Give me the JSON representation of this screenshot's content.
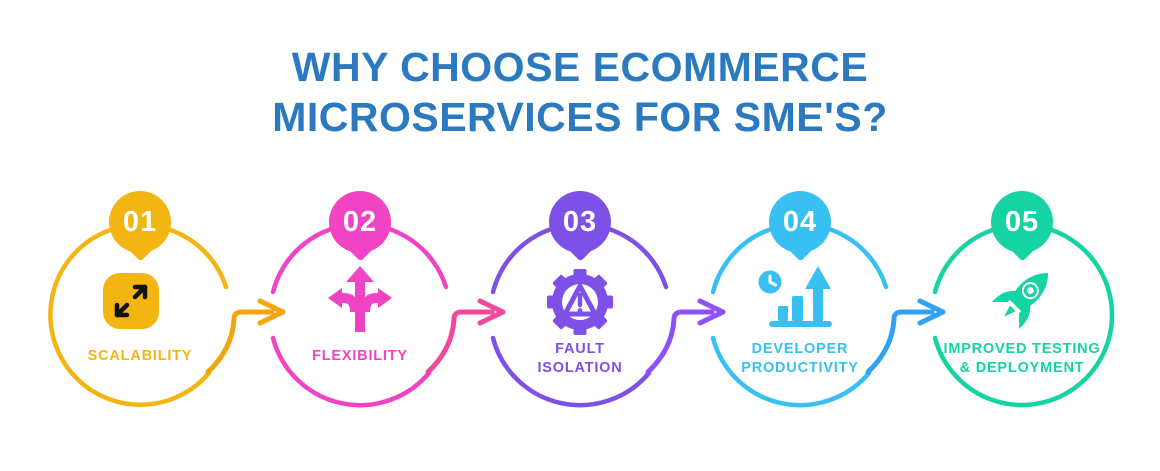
{
  "background_color": "#ffffff",
  "title": {
    "line1": "WHY CHOOSE ECOMMERCE",
    "line2": "MICROSERVICES FOR SME'S?",
    "color": "#2b7abf"
  },
  "steps": [
    {
      "number": "01",
      "label": "SCALABILITY",
      "color": "#f2b511",
      "icon": "expand-arrows-icon",
      "icon_detail_color": "#111111"
    },
    {
      "number": "02",
      "label": "FLEXIBILITY",
      "color": "#f044c4",
      "icon": "three-way-arrows-icon"
    },
    {
      "number": "03",
      "label": "FAULT ISOLATION",
      "color": "#7d50e8",
      "icon": "gear-warning-icon"
    },
    {
      "number": "04",
      "label": "DEVELOPER PRODUCTIVITY",
      "color": "#38c0f2",
      "icon": "productivity-chart-icon"
    },
    {
      "number": "05",
      "label": "IMPROVED TESTING & DEPLOYMENT",
      "color": "#15d3a2",
      "icon": "rocket-icon"
    }
  ],
  "connectors": [
    {
      "from": "01",
      "to": "02",
      "color": "#f2a50f"
    },
    {
      "from": "02",
      "to": "03",
      "color": "#f2489b"
    },
    {
      "from": "03",
      "to": "04",
      "color": "#8b53f7"
    },
    {
      "from": "04",
      "to": "05",
      "color": "#33a1f2"
    }
  ]
}
